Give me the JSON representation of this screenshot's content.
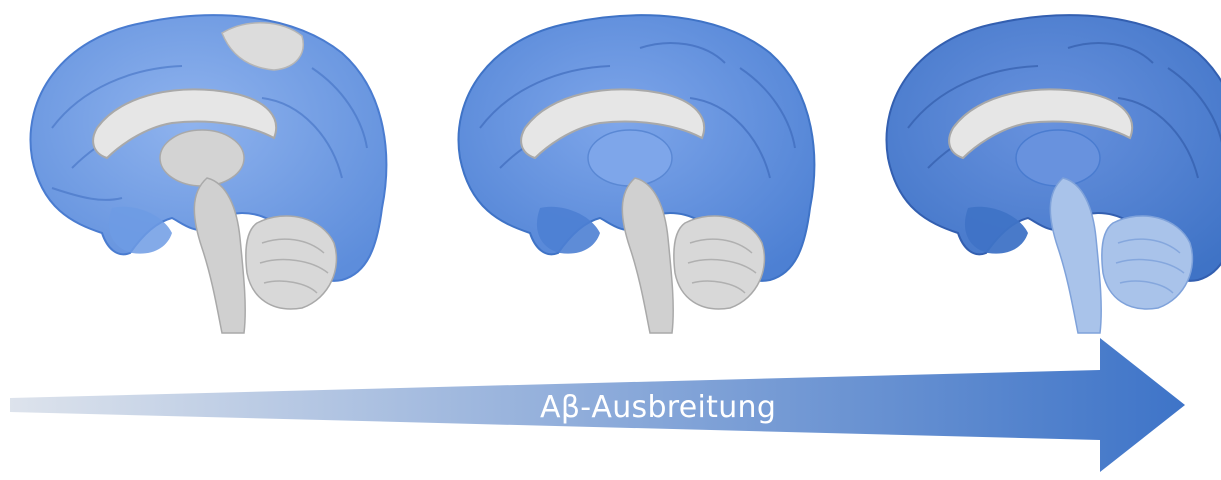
{
  "figure": {
    "stages": [
      {
        "id": "stage-1",
        "spread_level": 0.33
      },
      {
        "id": "stage-2",
        "spread_level": 0.66
      },
      {
        "id": "stage-3",
        "spread_level": 1.0
      }
    ],
    "arrow": {
      "label": "Aβ-Ausbreitung",
      "gradient_start": "#dde3ec",
      "gradient_end": "#3e74c8"
    },
    "colors": {
      "cortex_blue": "#6d9be4",
      "cortex_blue_dark": "#3f73c6",
      "cortex_grey": "#d9d9d9",
      "structure_grey": "#cfcfcf",
      "outline_grey": "#a8a8a8",
      "light_blue": "#a9c3ea"
    }
  }
}
